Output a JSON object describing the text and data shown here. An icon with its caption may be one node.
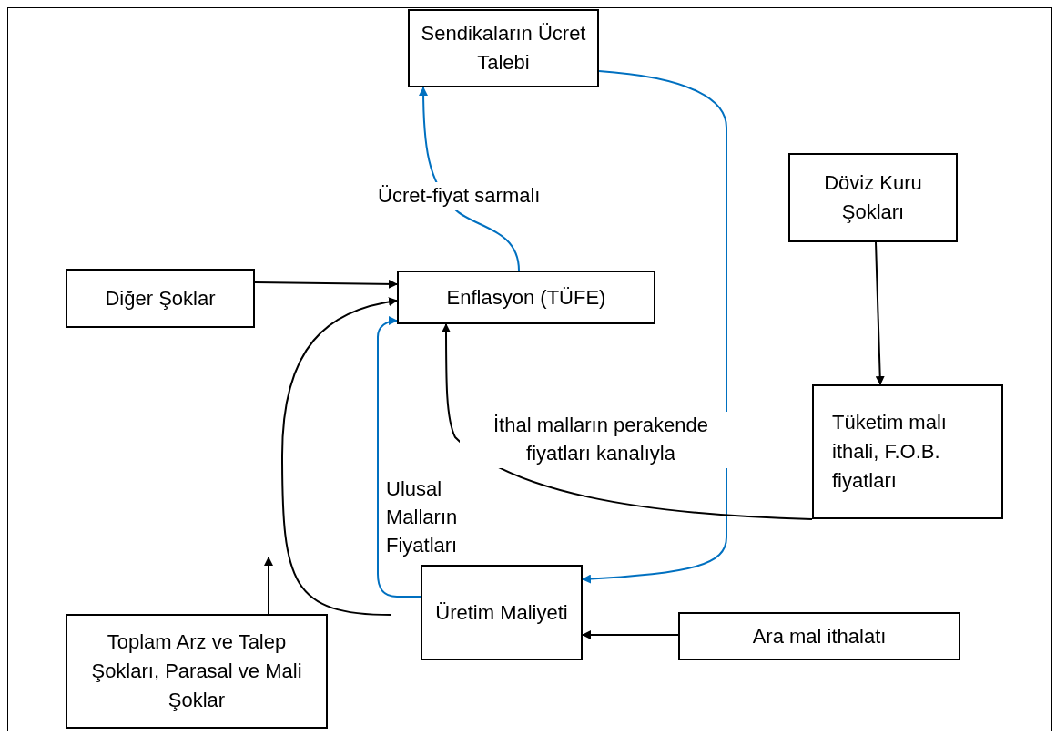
{
  "diagram": {
    "nodes": [
      {
        "text": [
          "Sendikaların Ücret Talebi"
        ]
      },
      {
        "text": [
          "Döviz Kuru Şokları"
        ]
      },
      {
        "text": [
          "Diğer Şoklar"
        ]
      },
      {
        "text": [
          "Enflasyon (TÜFE)"
        ]
      },
      {
        "text": [
          "Tüketim malı ithali, F.O.B. fiyatları"
        ]
      },
      {
        "text": [
          "Üretim Maliyeti"
        ]
      },
      {
        "text": [
          "Ara mal ithalatı"
        ]
      },
      {
        "text": [
          "Toplam Arz ve Talep Şokları, Parasal ve Mali Şoklar"
        ]
      }
    ],
    "edges": [
      {
        "from": 3,
        "to": 0,
        "arrow": "to",
        "label": "Ücret-fiyat sarmalı",
        "color": "#0070c0"
      },
      {
        "from": 0,
        "to": 5,
        "arrow": "to",
        "color": "#0070c0"
      },
      {
        "from": 2,
        "to": 3,
        "arrow": "to"
      },
      {
        "from": 7,
        "to": null,
        "arrow": "to"
      },
      {
        "from": null,
        "to": 3,
        "arrow": "to"
      },
      {
        "from": 5,
        "to": 3,
        "arrow": "to",
        "label": "Ulusal Malların Fiyatları",
        "color": "#0070c0"
      },
      {
        "from": 4,
        "to": 3,
        "arrow": "to",
        "label": "İthal malların perakende fiyatları kanalıyla"
      },
      {
        "from": 1,
        "to": 4,
        "arrow": "to"
      },
      {
        "from": 6,
        "to": 5,
        "arrow": "to"
      }
    ]
  }
}
